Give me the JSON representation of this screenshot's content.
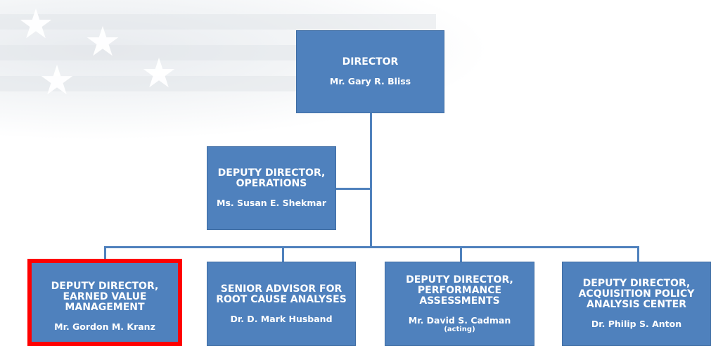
{
  "colors": {
    "box": "#4f81bd",
    "box_border": "#3f6da3",
    "connector": "#4f81bd",
    "highlight": "#ff0000"
  },
  "director": {
    "title": "DIRECTOR",
    "name": "Mr. Gary R. Bliss"
  },
  "deputy_ops": {
    "title": "DEPUTY DIRECTOR,\nOPERATIONS",
    "name": "Ms. Susan E. Shekmar"
  },
  "bottom": [
    {
      "title": "DEPUTY DIRECTOR,\nEARNED VALUE\nMANAGEMENT",
      "name": "Mr. Gordon M. Kranz",
      "note": ""
    },
    {
      "title": "SENIOR ADVISOR FOR\nROOT CAUSE ANALYSES",
      "name": "Dr. D. Mark Husband",
      "note": ""
    },
    {
      "title": "DEPUTY DIRECTOR,\nPERFORMANCE\nASSESSMENTS",
      "name": "Mr. David S. Cadman",
      "note": "(acting)"
    },
    {
      "title": "DEPUTY DIRECTOR,\nACQUISITION POLICY\nANALYSIS CENTER",
      "name": "Dr. Philip S. Anton",
      "note": ""
    }
  ]
}
